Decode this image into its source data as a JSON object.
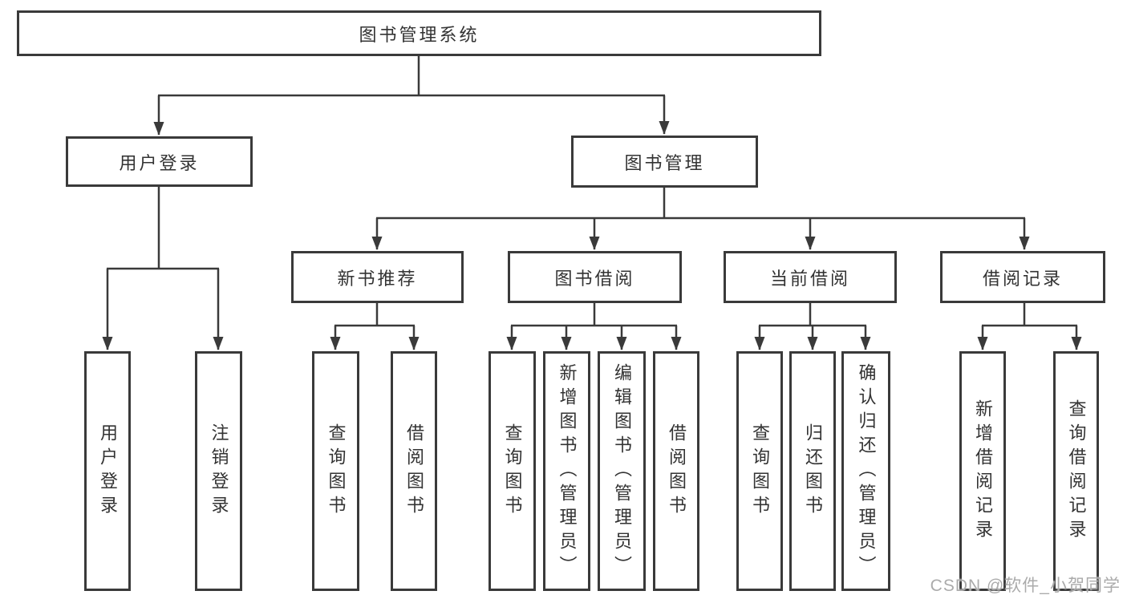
{
  "tree": {
    "label": "图书管理系统",
    "children": [
      {
        "label": "用户登录",
        "children": [
          {
            "label": "用户登录"
          },
          {
            "label": "注销登录"
          }
        ]
      },
      {
        "label": "图书管理",
        "children": [
          {
            "label": "新书推荐",
            "children": [
              {
                "label": "查询图书"
              },
              {
                "label": "借阅图书"
              }
            ]
          },
          {
            "label": "图书借阅",
            "children": [
              {
                "label": "查询图书"
              },
              {
                "label": "新增图书（管理员）"
              },
              {
                "label": "编辑图书（管理员）"
              },
              {
                "label": "借阅图书"
              }
            ]
          },
          {
            "label": "当前借阅",
            "children": [
              {
                "label": "查询图书"
              },
              {
                "label": "归还图书"
              },
              {
                "label": "确认归还（管理员）"
              }
            ]
          },
          {
            "label": "借阅记录",
            "children": [
              {
                "label": "新增借阅记录"
              },
              {
                "label": "查询借阅记录"
              }
            ]
          }
        ]
      }
    ]
  },
  "colors": {
    "line": "#3a3a3a",
    "text": "#333333",
    "watermark": "#ababab",
    "background": "#ffffff"
  },
  "watermark": {
    "text": "CSDN @软件_小贺同学"
  }
}
